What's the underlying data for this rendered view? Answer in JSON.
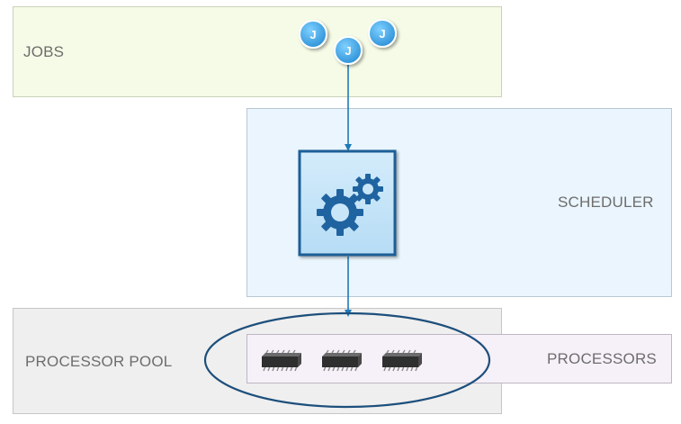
{
  "regions": {
    "jobs": "JOBS",
    "scheduler": "SCHEDULER",
    "processor_pool": "PROCESSOR POOL",
    "processors": "PROCESSORS"
  },
  "jobs": [
    {
      "label": "J"
    },
    {
      "label": "J"
    },
    {
      "label": "J"
    }
  ],
  "icons": {
    "scheduler": "gears-icon",
    "processor": "chip-icon"
  },
  "processor_count": 3,
  "colors": {
    "jobs_bg": "#f5fbe6",
    "scheduler_bg": "#eaf5fd",
    "pool_bg": "#efefef",
    "processors_bg": "#f6f0f9",
    "job_circle": "#3aa4e8",
    "arrow": "#1f7ab8",
    "gear": "#1f63a0",
    "ellipse_stroke": "#1d4f7c"
  }
}
